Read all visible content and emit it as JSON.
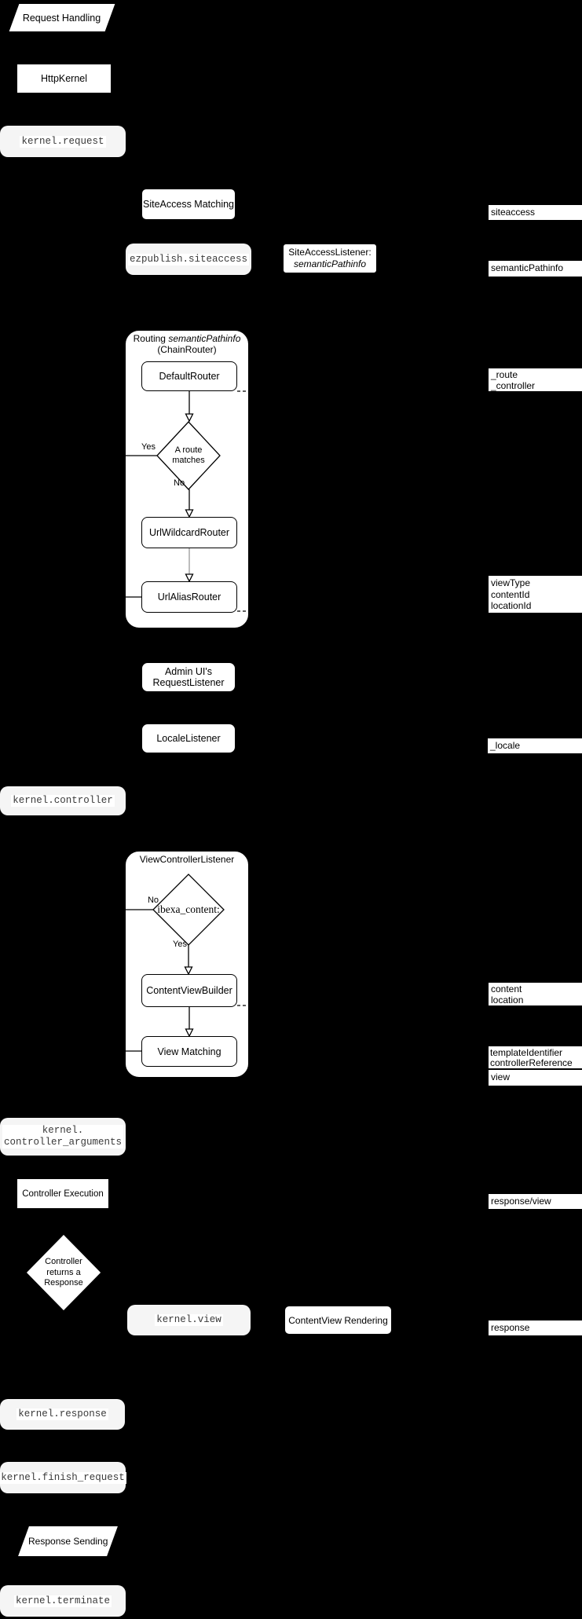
{
  "nodes": {
    "request_handling": "Request Handling",
    "http_kernel": "HttpKernel",
    "kernel_request": "kernel.request",
    "siteaccess_matching": "SiteAccess Matching",
    "ezpublish_siteaccess": "ezpublish.siteaccess",
    "siteaccess_listener_line1": "SiteAccessListener:",
    "siteaccess_listener_line2": "semanticPathinfo",
    "routing_title_normal": "Routing ",
    "routing_title_italic": "semanticPathinfo",
    "routing_title_line2": "(ChainRouter)",
    "default_router": "DefaultRouter",
    "route_matches": [
      "A route",
      "matches"
    ],
    "yes": "Yes",
    "no": "No",
    "url_wildcard_router": "UrlWildcardRouter",
    "url_alias_router": "UrlAliasRouter",
    "admin_ui_request_listener": [
      "Admin UI's",
      "RequestListener"
    ],
    "locale_listener": "LocaleListener",
    "kernel_controller": "kernel.controller",
    "view_controller_listener": "ViewControllerListener",
    "ibexa_content": "ibexa_content:",
    "content_view_builder": "ContentViewBuilder",
    "view_matching": "View Matching",
    "kernel_controller_arguments": [
      "kernel.",
      "controller_arguments"
    ],
    "controller_execution": "Controller Execution",
    "controller_returns": [
      "Controller",
      "returns a",
      "Response"
    ],
    "kernel_view": "kernel.view",
    "contentview_rendering": "ContentView Rendering",
    "kernel_response": "kernel.response",
    "kernel_finish_request": "kernel.finish_request",
    "response_sending": "Response Sending",
    "kernel_terminate": "kernel.terminate"
  },
  "outputs": {
    "siteaccess": "siteaccess",
    "semantic_pathinfo": "semanticPathinfo",
    "route_controller": [
      "_route",
      "_controller"
    ],
    "view_params": [
      "viewType",
      "contentId",
      "locationId"
    ],
    "locale": "_locale",
    "content_location": [
      "content",
      "location"
    ],
    "template_controller": [
      "templateIdentifier",
      "controllerReference"
    ],
    "view": "view",
    "response_view": "response/view",
    "response": "response"
  },
  "colors": {
    "background": "#000000",
    "shape_fill": "#ffffff",
    "event_fill": "#f5f5f5",
    "line": "#000000",
    "muted_line": "#999999",
    "mono_text": "#3a3a3a"
  }
}
